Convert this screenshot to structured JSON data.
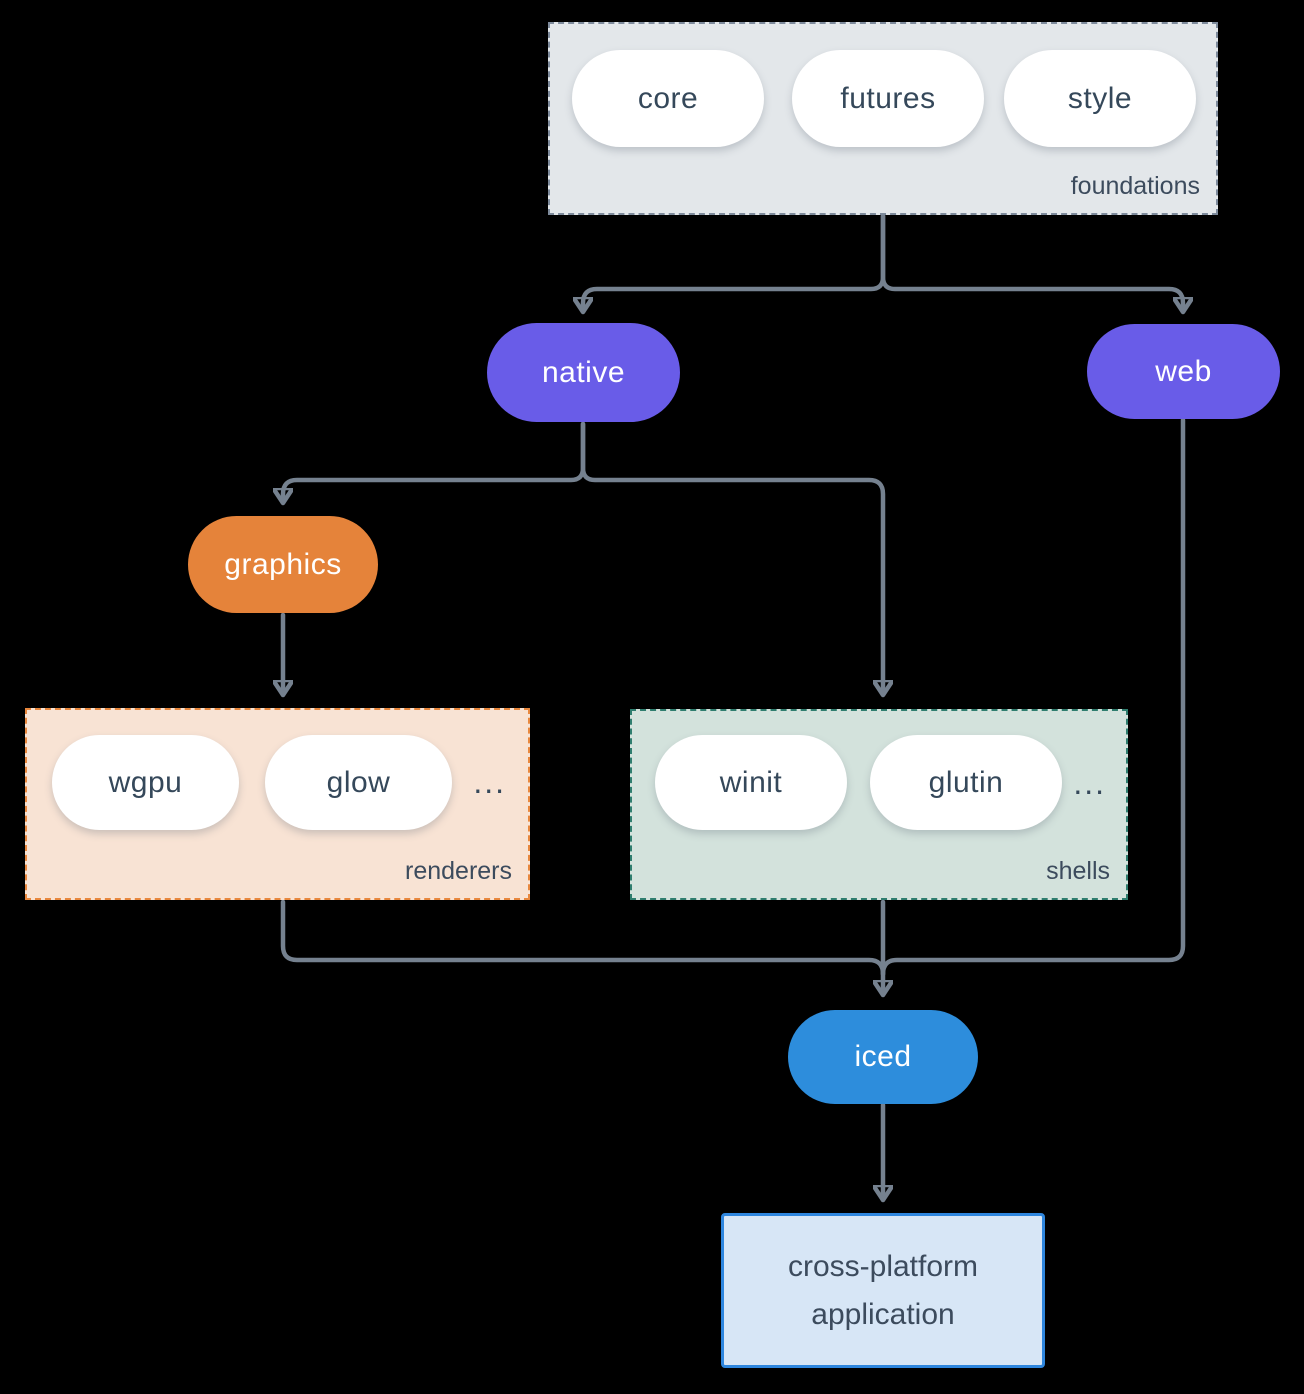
{
  "diagram": {
    "foundations": {
      "label": "foundations",
      "pills": [
        "core",
        "futures",
        "style"
      ]
    },
    "native": {
      "label": "native"
    },
    "web": {
      "label": "web"
    },
    "graphics": {
      "label": "graphics"
    },
    "renderers": {
      "label": "renderers",
      "pills": [
        "wgpu",
        "glow"
      ],
      "ellipsis": "..."
    },
    "shells": {
      "label": "shells",
      "pills": [
        "winit",
        "glutin"
      ],
      "ellipsis": "..."
    },
    "iced": {
      "label": "iced"
    },
    "application": {
      "lines": [
        "cross-platform",
        "application"
      ]
    },
    "edges": [
      {
        "from": "foundations",
        "to": "native"
      },
      {
        "from": "foundations",
        "to": "web"
      },
      {
        "from": "native",
        "to": "graphics"
      },
      {
        "from": "native",
        "to": "shells"
      },
      {
        "from": "graphics",
        "to": "renderers"
      },
      {
        "from": "renderers",
        "to": "iced"
      },
      {
        "from": "shells",
        "to": "iced"
      },
      {
        "from": "web",
        "to": "iced"
      },
      {
        "from": "iced",
        "to": "application"
      }
    ],
    "colors": {
      "native_web_pill": "#695CE8",
      "graphics_pill": "#E5833A",
      "iced_pill": "#2D8DDC",
      "foundations_fill": "#E3E7EA",
      "renderers_fill": "#F8E3D4",
      "renderers_border": "#E8873D",
      "shells_fill": "#D3E2DC",
      "shells_border": "#2E7D6E",
      "application_fill": "#D7E6F6",
      "application_border": "#2E86DE",
      "arrow": "#75818F",
      "dark_text": "#35485A",
      "background": "#000000"
    }
  }
}
